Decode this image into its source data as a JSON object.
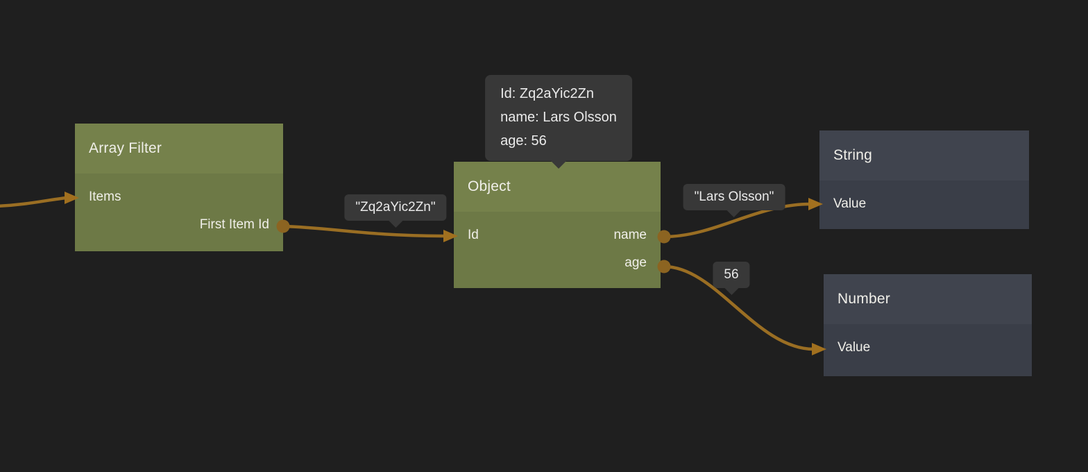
{
  "colors": {
    "bg": "#1f1f1f",
    "green_header": "#75814b",
    "green_body": "#6d7946",
    "dark_header": "#40444e",
    "dark_body": "#3a3e48",
    "edge": "#9a6e23",
    "port": "#8c6421",
    "arrow": "#a1701f",
    "tooltip_bg": "#383838"
  },
  "nodes": {
    "array_filter": {
      "title": "Array Filter",
      "inputs": [
        "Items"
      ],
      "outputs": [
        "First Item Id"
      ]
    },
    "object": {
      "title": "Object",
      "inputs": [
        "Id"
      ],
      "outputs": [
        "name",
        "age"
      ]
    },
    "string": {
      "title": "String",
      "inputs": [
        "Value"
      ]
    },
    "number": {
      "title": "Number",
      "inputs": [
        "Value"
      ]
    }
  },
  "tooltip": {
    "lines": [
      "Id: Zq2aYic2Zn",
      "name: Lars Olsson",
      "age: 56"
    ]
  },
  "edge_labels": {
    "first_item_id": "\"Zq2aYic2Zn\"",
    "name": "\"Lars Olsson\"",
    "age": "56"
  }
}
